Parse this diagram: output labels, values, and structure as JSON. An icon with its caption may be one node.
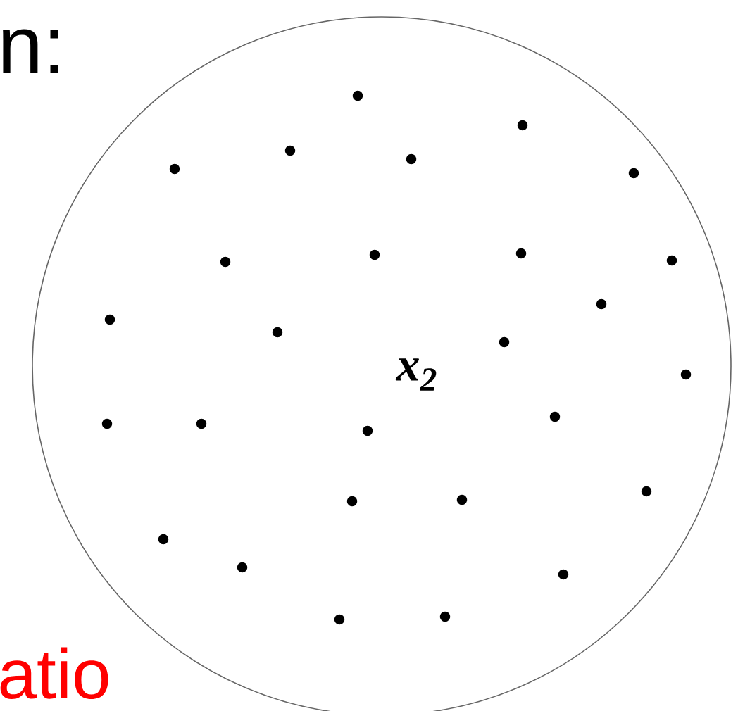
{
  "diagram": {
    "nodes": [
      {
        "text": [
          "x$_{2}$"
        ]
      }
    ],
    "labels": [
      "n:",
      "atio"
    ]
  }
}
